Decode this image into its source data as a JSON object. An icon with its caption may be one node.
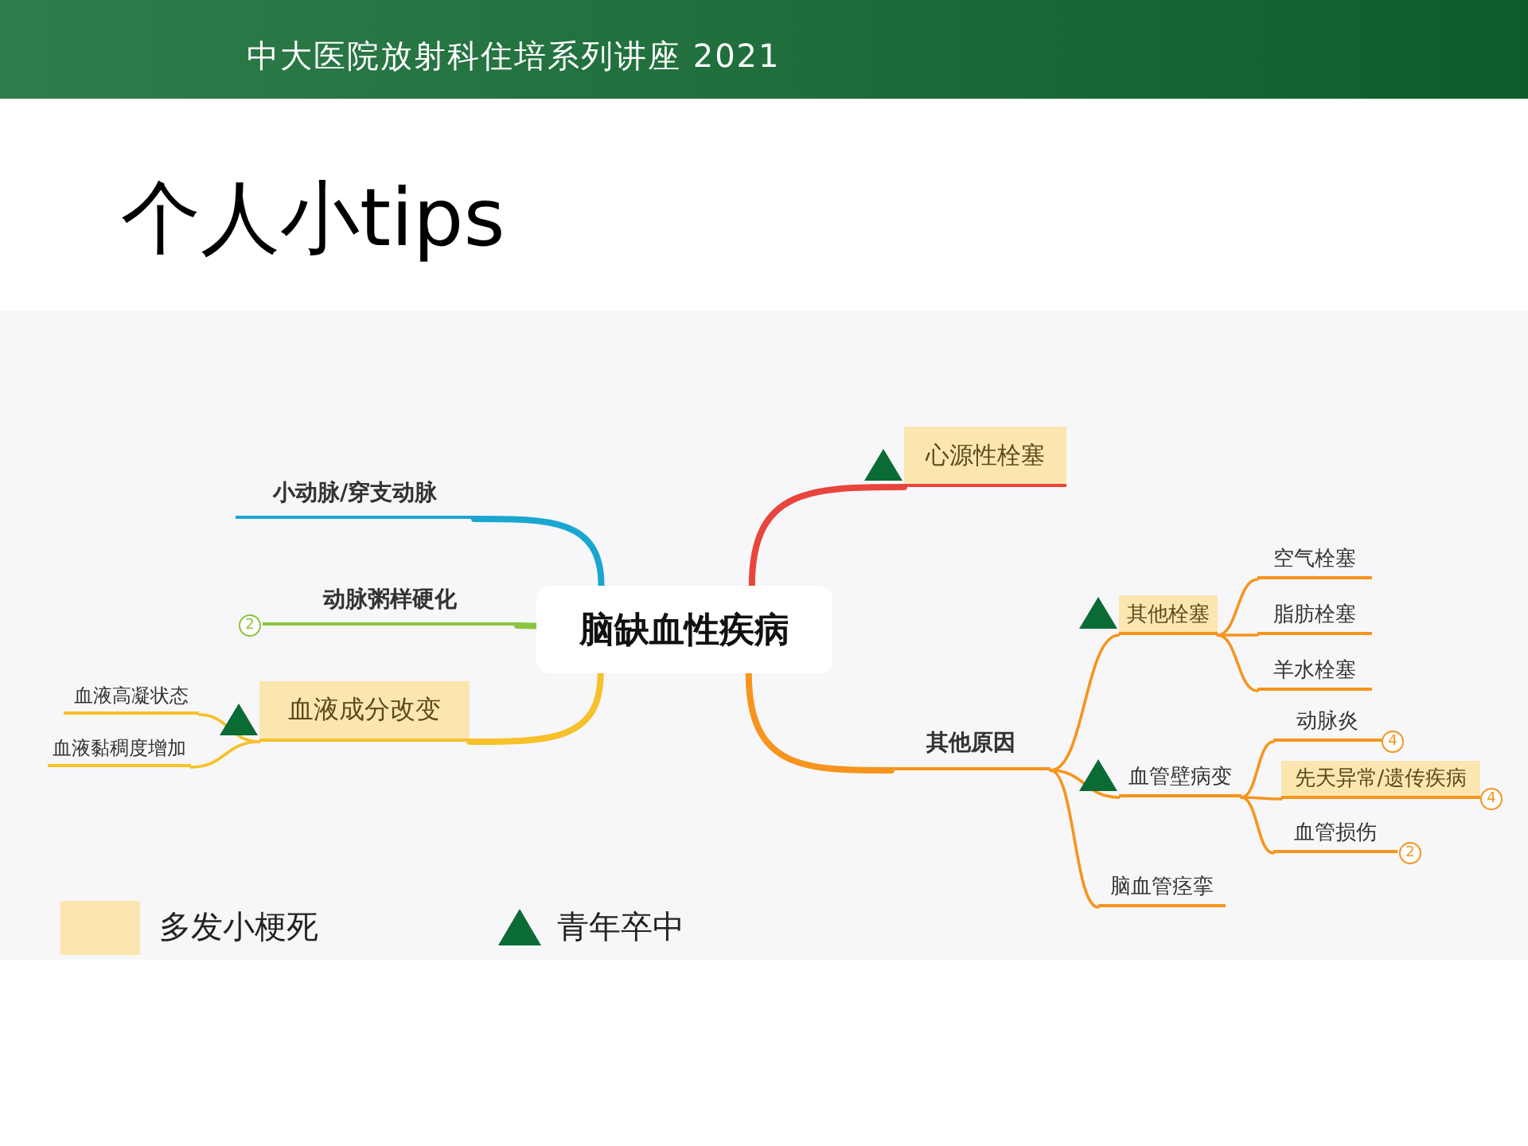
{
  "diagram": {
    "title": "个人小tips",
    "nodes": [
      {
        "text": [
          "脑缺血性疾病"
        ]
      },
      {
        "text": [
          "小动脉/穿支动脉"
        ]
      },
      {
        "text": [
          "动脉粥样硬化"
        ],
        "beside": [
          "2"
        ]
      },
      {
        "text": [
          "血液成分改变"
        ]
      },
      {
        "text": [
          "血液高凝状态"
        ]
      },
      {
        "text": [
          "血液黏稠度增加"
        ]
      },
      {
        "text": [
          "心源性栓塞"
        ]
      },
      {
        "text": [
          "其他原因"
        ]
      },
      {
        "text": [
          "其他栓塞"
        ]
      },
      {
        "text": [
          "空气栓塞"
        ]
      },
      {
        "text": [
          "脂肪栓塞"
        ]
      },
      {
        "text": [
          "羊水栓塞"
        ]
      },
      {
        "text": [
          "血管壁病变"
        ]
      },
      {
        "text": [
          "动脉炎"
        ],
        "beside": [
          "4"
        ]
      },
      {
        "text": [
          "先天异常/遗传疾病"
        ],
        "beside": [
          "4"
        ]
      },
      {
        "text": [
          "血管损伤"
        ],
        "beside": [
          "2"
        ]
      },
      {
        "text": [
          "脑血管痉挛"
        ]
      }
    ],
    "edges": [
      {
        "from": 0,
        "to": 1,
        "arrow": "none",
        "style": "thick",
        "color": "#1ba6d2"
      },
      {
        "from": 0,
        "to": 2,
        "arrow": "none",
        "style": "thick",
        "color": "#8cc43f"
      },
      {
        "from": 0,
        "to": 3,
        "arrow": "none",
        "style": "thick",
        "color": "#f6c12a"
      },
      {
        "from": 3,
        "to": 4,
        "arrow": "none",
        "color": "#f6c12a"
      },
      {
        "from": 3,
        "to": 5,
        "arrow": "none",
        "color": "#f6c12a"
      },
      {
        "from": 0,
        "to": 6,
        "arrow": "none",
        "style": "thick",
        "color": "#e8453c"
      },
      {
        "from": 0,
        "to": 7,
        "arrow": "none",
        "style": "thick"
      },
      {
        "from": 7,
        "to": 8,
        "arrow": "none"
      },
      {
        "from": 8,
        "to": 9,
        "arrow": "none"
      },
      {
        "from": 8,
        "to": 10,
        "arrow": "none"
      },
      {
        "from": 8,
        "to": 11,
        "arrow": "none"
      },
      {
        "from": 7,
        "to": 12,
        "arrow": "none"
      },
      {
        "from": 12,
        "to": 13,
        "arrow": "none"
      },
      {
        "from": 12,
        "to": 14,
        "arrow": "none"
      },
      {
        "from": 12,
        "to": 15,
        "arrow": "none"
      },
      {
        "from": 7,
        "to": 16,
        "arrow": "none"
      }
    ],
    "labels": [
      "中大医院放射科住培系列讲座 2021"
    ],
    "legend": [
      {
        "text": "多发小梗死",
        "color": "#fbe6b0"
      },
      {
        "text": "青年卒中"
      }
    ]
  }
}
